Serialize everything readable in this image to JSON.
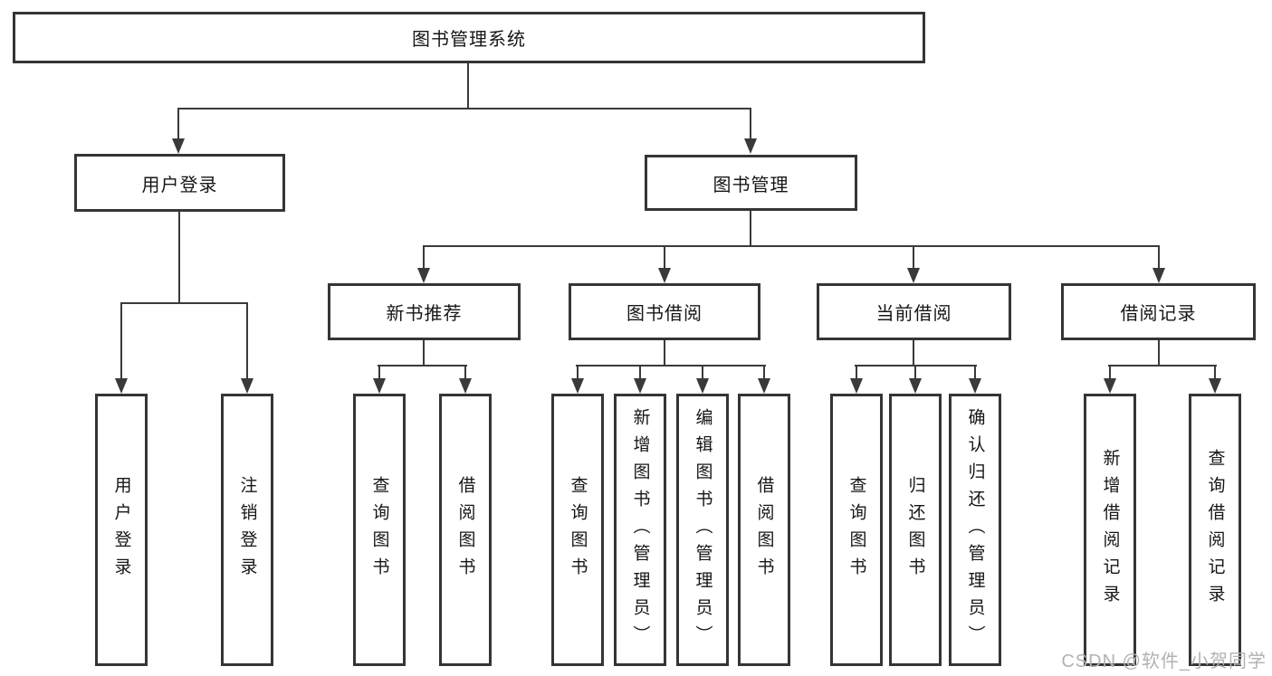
{
  "tree": {
    "root": {
      "label": "图书管理系统"
    },
    "branches": [
      {
        "label": "用户登录",
        "children": [
          {
            "label": "用户登录"
          },
          {
            "label": "注销登录"
          }
        ]
      },
      {
        "label": "图书管理",
        "children": [
          {
            "label": "新书推荐",
            "children": [
              {
                "label": "查询图书"
              },
              {
                "label": "借阅图书"
              }
            ]
          },
          {
            "label": "图书借阅",
            "children": [
              {
                "label": "查询图书"
              },
              {
                "label": "新增图书（管理员）"
              },
              {
                "label": "编辑图书（管理员）"
              },
              {
                "label": "借阅图书"
              }
            ]
          },
          {
            "label": "当前借阅",
            "children": [
              {
                "label": "查询图书"
              },
              {
                "label": "归还图书"
              },
              {
                "label": "确认归还（管理员）"
              }
            ]
          },
          {
            "label": "借阅记录",
            "children": [
              {
                "label": "新增借阅记录"
              },
              {
                "label": "查询借阅记录"
              }
            ]
          }
        ]
      }
    ]
  },
  "watermark": "CSDN @软件_小贺同学",
  "colors": {
    "line": "#3a3a3a",
    "box_border": "#353535",
    "text": "#161616",
    "watermark": "#b2b2b2",
    "background": "#ffffff"
  }
}
